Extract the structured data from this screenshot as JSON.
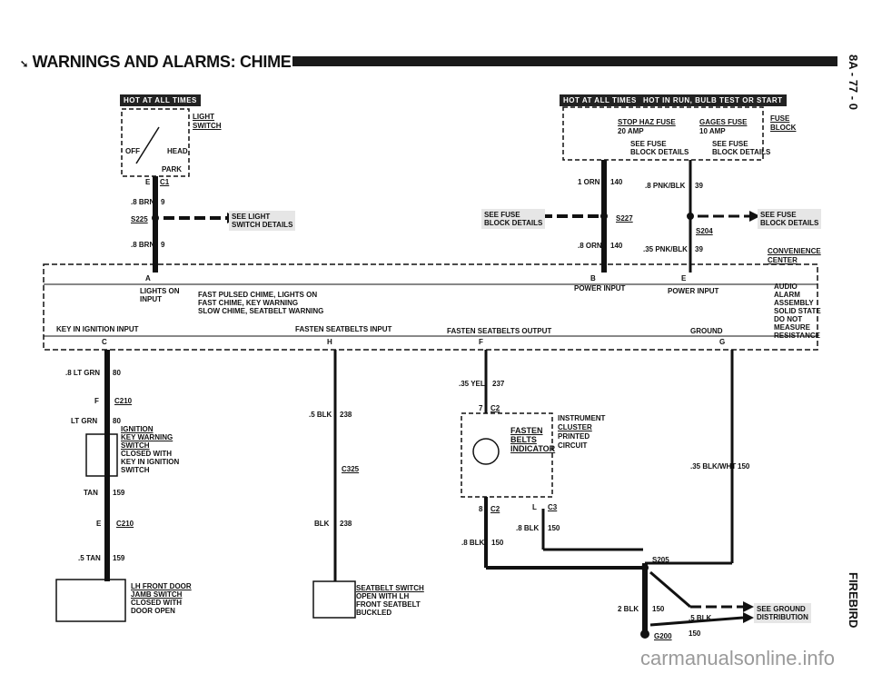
{
  "title": "WARNINGS AND ALARMS: CHIME",
  "side_top": "8A - 77 - 0",
  "side_bottom": "FIREBIRD",
  "watermark": "carmanualsonline.info",
  "tags": {
    "hot_all_left": "HOT AT ALL TIMES",
    "hot_all_right": "HOT AT ALL TIMES",
    "hot_run": "HOT IN RUN, BULB TEST OR START"
  },
  "light_switch": {
    "label1": "LIGHT",
    "label2": "SWITCH",
    "off": "OFF",
    "head": "HEAD",
    "park": "PARK",
    "e": "E",
    "c1": "C1"
  },
  "fuse_block": {
    "stop_haz": "STOP HAZ FUSE",
    "stop_amp": "20 AMP",
    "gages": "GAGES FUSE",
    "gages_amp": "10 AMP",
    "see1": "SEE FUSE",
    "see1b": "BLOCK DETAILS",
    "see2": "SEE FUSE",
    "see2b": "BLOCK DETAILS",
    "fuse": "FUSE",
    "block": "BLOCK"
  },
  "wires": {
    "brn8a": ".8 BRN",
    "n9a": "9",
    "brn8b": ".8 BRN",
    "n9b": "9",
    "orn1": "1 ORN",
    "n140a": "140",
    "orn8": ".8 ORN",
    "n140b": "140",
    "pnk8": ".8 PNK/BLK",
    "n39a": "39",
    "pnk35": ".35 PNK/BLK",
    "n39b": "39",
    "ltgrn8": ".8 LT GRN",
    "n80a": "80",
    "ltgrn": "LT GRN",
    "n80b": "80",
    "tan": "TAN",
    "n159a": "159",
    "tan5": ".5 TAN",
    "n159b": "159",
    "blk5": ".5 BLK",
    "n238a": "238",
    "blk": "BLK",
    "n238b": "238",
    "yel35": ".35 YEL",
    "n237": "237",
    "blkwht": ".35 BLK/WHT",
    "n150a": "150",
    "blk8a": ".8 BLK",
    "n150b": "150",
    "blk8b": ".8 BLK",
    "n150c": "150",
    "blk2": "2 BLK",
    "n150d": "150",
    "blk5b": ".5 BLK",
    "n150e": "150"
  },
  "splices": {
    "s225": "S225",
    "s227": "S227",
    "s204": "S204",
    "s205": "S205",
    "g200": "G200",
    "c210a": "C210",
    "c210b": "C210",
    "c325": "C325",
    "c2a": "C2",
    "c2b": "C2",
    "c3": "C3",
    "f": "F",
    "e": "E",
    "n7": "7",
    "n8": "8",
    "l": "L"
  },
  "refs": {
    "see_light": "SEE LIGHT",
    "see_light2": "SWITCH DETAILS",
    "see_fuse_l": "SEE FUSE",
    "see_fuse_l2": "BLOCK DETAILS",
    "see_fuse_r": "SEE FUSE",
    "see_fuse_r2": "BLOCK DETAILS",
    "see_ground": "SEE GROUND",
    "see_ground2": "DISTRIBUTION",
    "conv": "CONVENIENCE",
    "conv2": "CENTER"
  },
  "module": {
    "a": "A",
    "b": "B",
    "e": "E",
    "c": "C",
    "h": "H",
    "f": "F",
    "g": "G",
    "lights_on": "LIGHTS ON",
    "input": "INPUT",
    "chime1": "FAST PULSED CHIME, LIGHTS ON",
    "chime2": "FAST CHIME, KEY WARNING",
    "chime3": "SLOW CHIME, SEATBELT WARNING",
    "power1": "POWER INPUT",
    "power2": "POWER INPUT",
    "key_in": "KEY IN IGNITION INPUT",
    "fasten_in": "FASTEN SEATBELTS INPUT",
    "fasten_out": "FASTEN SEATBELTS OUTPUT",
    "ground": "GROUND",
    "audio": [
      "AUDIO",
      "ALARM",
      "ASSEMBLY",
      "SOLID STATE",
      "DO NOT",
      "MEASURE",
      "RESISTANCE"
    ]
  },
  "ign_switch": [
    "IGNITION",
    "KEY WARNING",
    "SWITCH",
    "CLOSED WITH",
    "KEY IN IGNITION",
    "SWITCH"
  ],
  "cluster": {
    "fasten": "FASTEN",
    "belts": "BELTS",
    "indicator": "INDICATOR",
    "inst": "INSTRUMENT",
    "clus": "CLUSTER",
    "printed": "PRINTED",
    "circuit": "CIRCUIT"
  },
  "door": [
    "LH FRONT DOOR",
    "JAMB SWITCH",
    "CLOSED WITH",
    "DOOR OPEN"
  ],
  "belt": [
    "SEATBELT SWITCH",
    "OPEN WITH LH",
    "FRONT SEATBELT",
    "BUCKLED"
  ]
}
